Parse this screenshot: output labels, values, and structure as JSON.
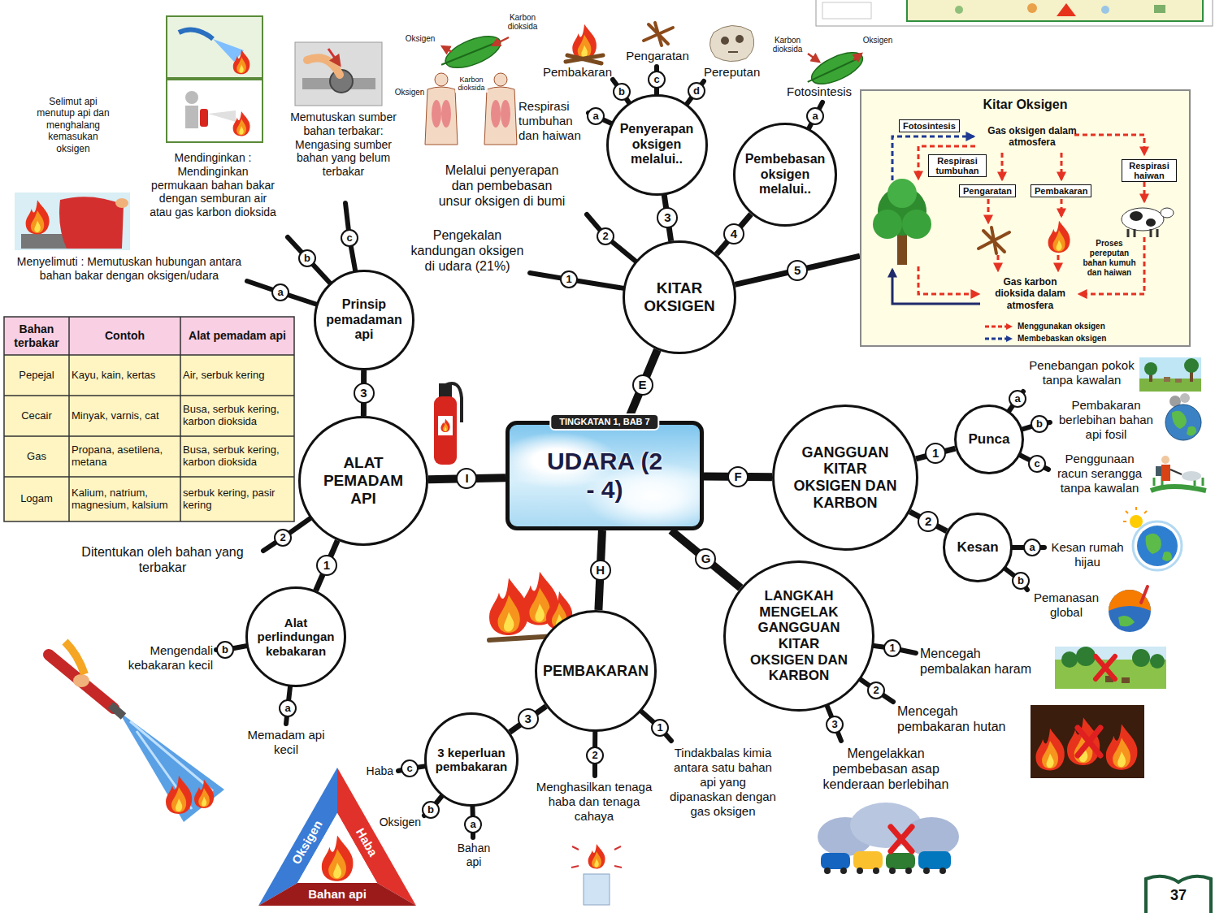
{
  "diagram": {
    "nodes": [
      {
        "text": [
          "TINGKATAN 1, BAB 7",
          "UDARA (2 - 4)"
        ]
      },
      {
        "text": [
          "KITAR OKSIGEN"
        ]
      },
      {
        "text": [
          "Penyerapan oksigen melalui.."
        ]
      },
      {
        "text": [
          "Pembebasan oksigen melalui.."
        ]
      },
      {
        "text": [
          "Kitar Oksigen"
        ]
      },
      {
        "text": [
          "Fotosintesis"
        ],
        "in": 4
      },
      {
        "text": [
          "Respirasi tumbuhan"
        ],
        "in": 4
      },
      {
        "text": [
          "Pengaratan"
        ],
        "in": 4
      },
      {
        "text": [
          "Pembakaran"
        ],
        "in": 4
      },
      {
        "text": [
          "Respirasi haiwan"
        ],
        "in": 4
      },
      {
        "text": [
          "GANGGUAN KITAR OKSIGEN DAN KARBON"
        ]
      },
      {
        "text": [
          "Punca"
        ]
      },
      {
        "text": [
          "Kesan"
        ]
      },
      {
        "text": [
          "LANGKAH MENGELAK GANGGUAN KITAR OKSIGEN DAN KARBON"
        ]
      },
      {
        "text": [
          "PEMBAKARAN"
        ]
      },
      {
        "text": [
          "3 keperluan pembakaran"
        ]
      },
      {
        "text": [
          "ALAT PEMADAM API"
        ]
      },
      {
        "text": [
          "Prinsip pemadaman api"
        ]
      },
      {
        "text": [
          "Alat perlindungan kebakaran"
        ]
      }
    ],
    "edges": [
      {
        "from": 0,
        "to": 1,
        "arrow": "none",
        "label": "E"
      },
      {
        "from": 0,
        "to": 10,
        "arrow": "none",
        "label": "F"
      },
      {
        "from": 0,
        "to": 13,
        "arrow": "none",
        "label": "G"
      },
      {
        "from": 0,
        "to": 14,
        "arrow": "none",
        "label": "H"
      },
      {
        "from": 0,
        "to": 16,
        "arrow": "none",
        "label": "I"
      },
      {
        "from": 1,
        "to": 2,
        "arrow": "none",
        "label": "3"
      },
      {
        "from": 1,
        "to": 3,
        "arrow": "none",
        "label": "4"
      },
      {
        "from": 1,
        "to": 4,
        "arrow": "none",
        "label": "5"
      },
      {
        "from": 10,
        "to": 11,
        "arrow": "none",
        "label": "1"
      },
      {
        "from": 10,
        "to": 12,
        "arrow": "none",
        "label": "2"
      },
      {
        "from": 14,
        "to": 15,
        "arrow": "none",
        "label": "3"
      },
      {
        "from": 16,
        "to": 17,
        "arrow": "none",
        "label": "3"
      },
      {
        "from": 16,
        "to": 18,
        "arrow": "none",
        "label": "1"
      }
    ],
    "labels": [
      "Oksigen",
      "Karbon dioksida",
      "Oksigen",
      "Karbon dioksida",
      "Pembakaran",
      "b",
      "Pengaratan",
      "c",
      "Pereputan",
      "d",
      "Respirasi tumbuhan dan haiwan",
      "a",
      "Karbon dioksida",
      "Oksigen",
      "Fotosintesis",
      "a",
      "Melalui penyerapan dan pembebasan unsur oksigen di bumi",
      "2",
      "Pengekalan kandungan oksigen di udara (21%)",
      "1",
      "Gas oksigen dalam atmosfera",
      "Proses pereputan bahan kumuh dan haiwan",
      "Gas karbon dioksida dalam atmosfera",
      "Penebangan pokok tanpa kawalan",
      "a",
      "Pembakaran berlebihan bahan api fosil",
      "b",
      "Penggunaan racun serangga tanpa kawalan",
      "c",
      "Kesan rumah hijau",
      "a",
      "Pemanasan global",
      "b",
      "Mencegah pembalakan haram",
      "1",
      "Mencegah pembakaran hutan",
      "2",
      "Mengelakkan pembebasan asap kenderaan berlebihan",
      "3",
      "Tindakbalas kimia antara satu bahan api yang dipanaskan dengan gas oksigen",
      "1",
      "Menghasilkan tenaga haba dan tenaga cahaya",
      "2",
      "Bahan api",
      "a",
      "Oksigen",
      "b",
      "Haba",
      "c",
      "Oksigen",
      "Haba",
      "Bahan api",
      "Ditentukan oleh bahan yang terbakar",
      "2",
      "Memadam api kecil",
      "a",
      "Mengendali kebakaran kecil",
      "b",
      "Menyelimuti : Memutuskan hubungan antara bahan bakar dengan oksigen/udara",
      "a",
      "Mendinginkan : Mendinginkan permukaan bahan bakar dengan semburan air atau gas karbon dioksida",
      "b",
      "Memutuskan sumber bahan terbakar: Mengasing sumber bahan yang belum terbakar",
      "c",
      "Selimut api menutup api dan menghalang kemasukan oksigen",
      "Bahan terbakar",
      "Contoh",
      "Alat pemadam api",
      "Pepejal",
      "Kayu, kain, kertas",
      "Air, serbuk kering",
      "Cecair",
      "Minyak, varnis, cat",
      "Busa, serbuk kering, karbon dioksida",
      "Gas",
      "Propana, asetilena, metana",
      "Busa, serbuk kering, karbon dioksida",
      "Logam",
      "Kalium, natrium, magnesium, kalsium",
      "serbuk kering, pasir kering",
      "37"
    ],
    "legend": [
      {
        "text": "Menggunakan oksigen"
      },
      {
        "text": "Membebaskan oksigen"
      }
    ]
  }
}
